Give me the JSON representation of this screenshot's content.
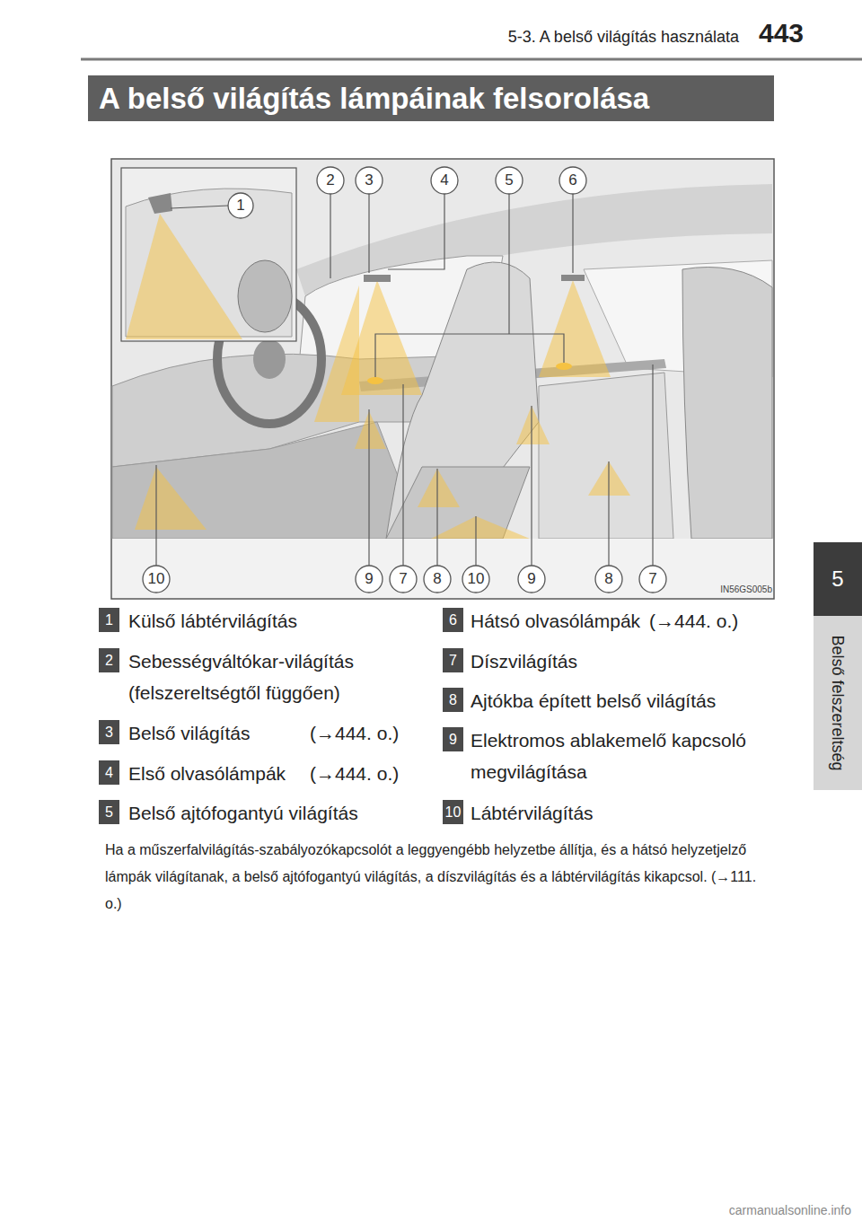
{
  "diagram": {
    "title": "A belső világítás lámpáinak felsorolása",
    "nodes": [
      {
        "text": [
          "5"
        ]
      }
    ],
    "labels": [
      "443",
      "5-3. A belső világítás használata",
      "Belső felszereltség",
      "1",
      "2",
      "3",
      "4",
      "5",
      "6",
      "10",
      "9",
      "7",
      "8",
      "10",
      "9",
      "8",
      "7",
      "IN56GS005b",
      "1",
      "Külső lábtérvilágítás",
      "2",
      "Sebességváltókar-világítás (felszereltségtől függően)",
      "3",
      "Belső világítás",
      "(→444. o.)",
      "4",
      "Első olvasólámpák",
      "(→444. o.)",
      "5",
      "Belső ajtófogantyú világítás",
      "6",
      "Hátsó olvasólámpák",
      "(→444. o.)",
      "7",
      "Díszvilágítás",
      "8",
      "Ajtókba épített belső világítás",
      "9",
      "Elektromos ablakemelő kapcsoló megvilágítása",
      "10",
      "Lábtérvilágítás",
      "Ha a műszerfalvilágítás-szabályozókapcsolót a leggyengébb helyzetbe állítja, és a hátsó helyzetjelző lámpák világítanak, a belső ajtófogantyú világítás, a díszvilágítás és a lábtérvilágítás kikapcsol. (→111. o.)",
      "carmanualsonline.info"
    ]
  }
}
